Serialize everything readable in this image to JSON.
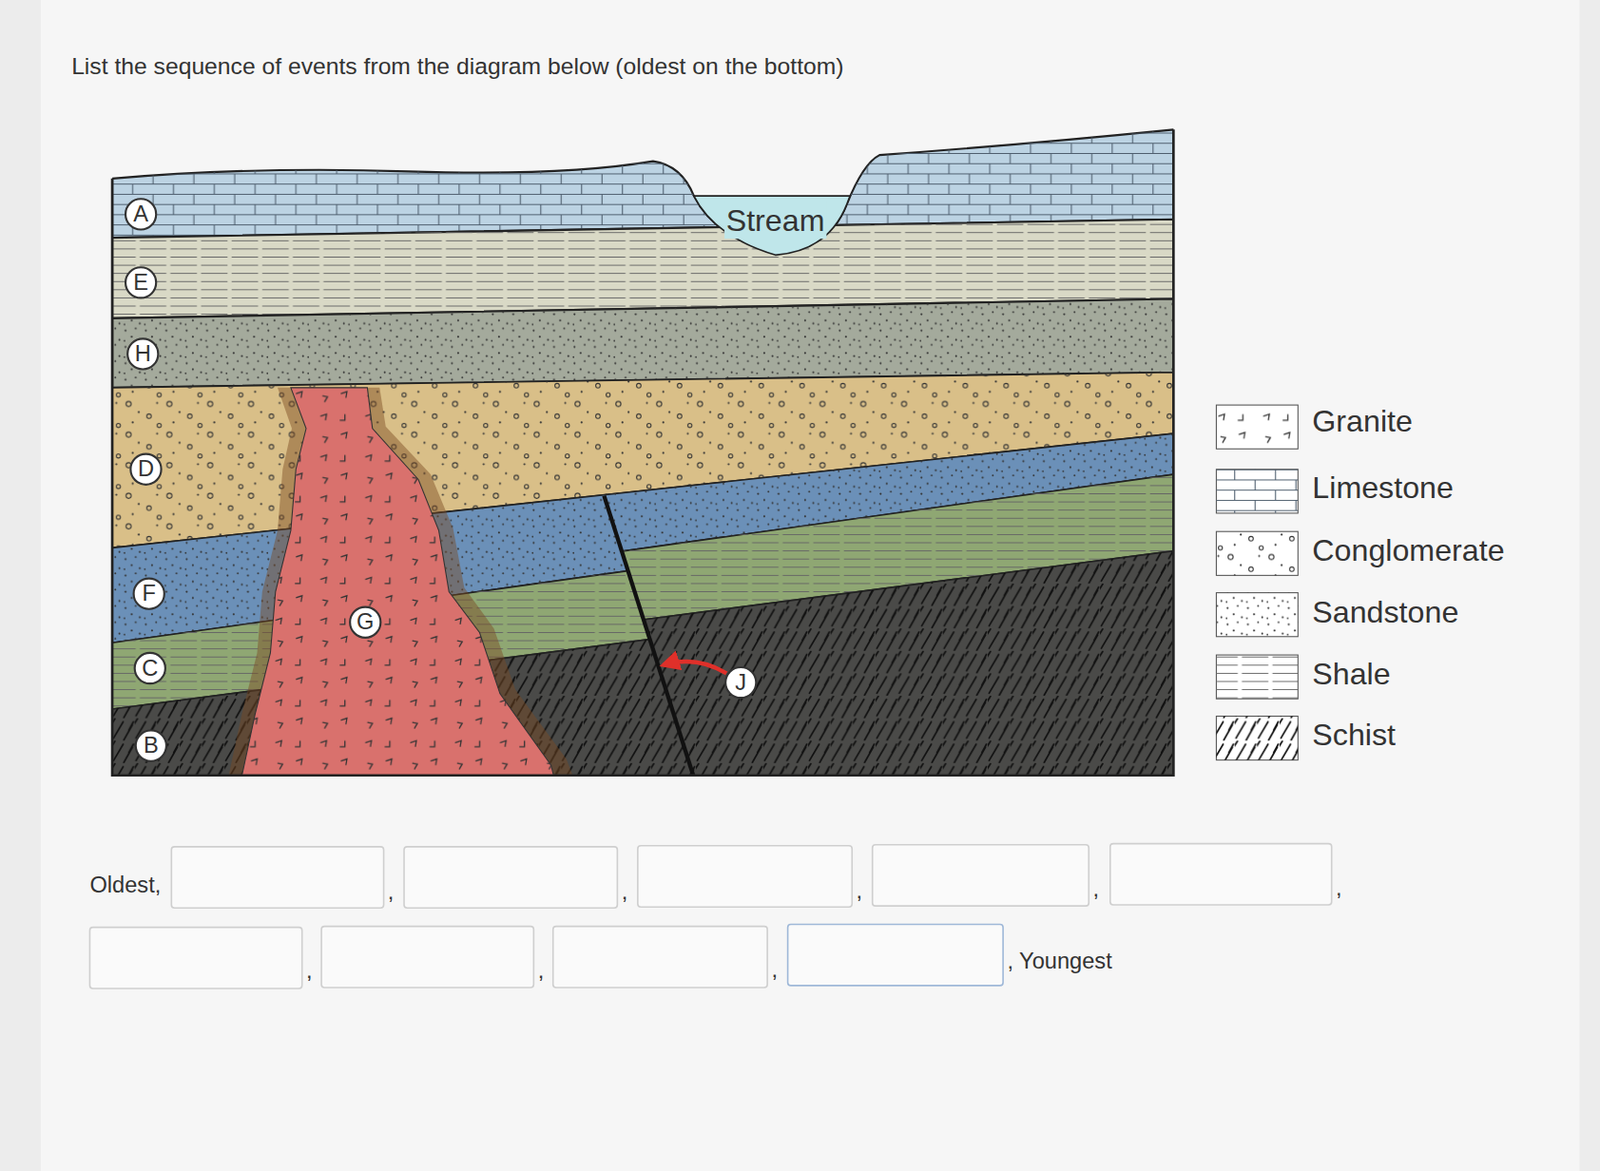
{
  "diagram": {
    "title": "List the sequence of events from the diagram below (oldest on the bottom)",
    "nodes": [
      {
        "text": [
          "A"
        ]
      },
      {
        "text": [
          "E"
        ]
      },
      {
        "text": [
          "H"
        ]
      },
      {
        "text": [
          "D"
        ]
      },
      {
        "text": [
          "F"
        ]
      },
      {
        "text": [
          "G"
        ]
      },
      {
        "text": [
          "C"
        ]
      },
      {
        "text": [
          "J"
        ]
      },
      {
        "text": [
          "B"
        ]
      }
    ],
    "labels": [
      "Stream",
      "Oldest,",
      ",",
      ",",
      ",",
      ",",
      ",",
      ",",
      ",",
      ",",
      ", Youngest"
    ],
    "legend": [
      {
        "text": "Granite"
      },
      {
        "text": "Limestone"
      },
      {
        "text": "Conglomerate"
      },
      {
        "text": "Sandstone"
      },
      {
        "text": "Shale"
      },
      {
        "text": "Schist"
      }
    ]
  }
}
